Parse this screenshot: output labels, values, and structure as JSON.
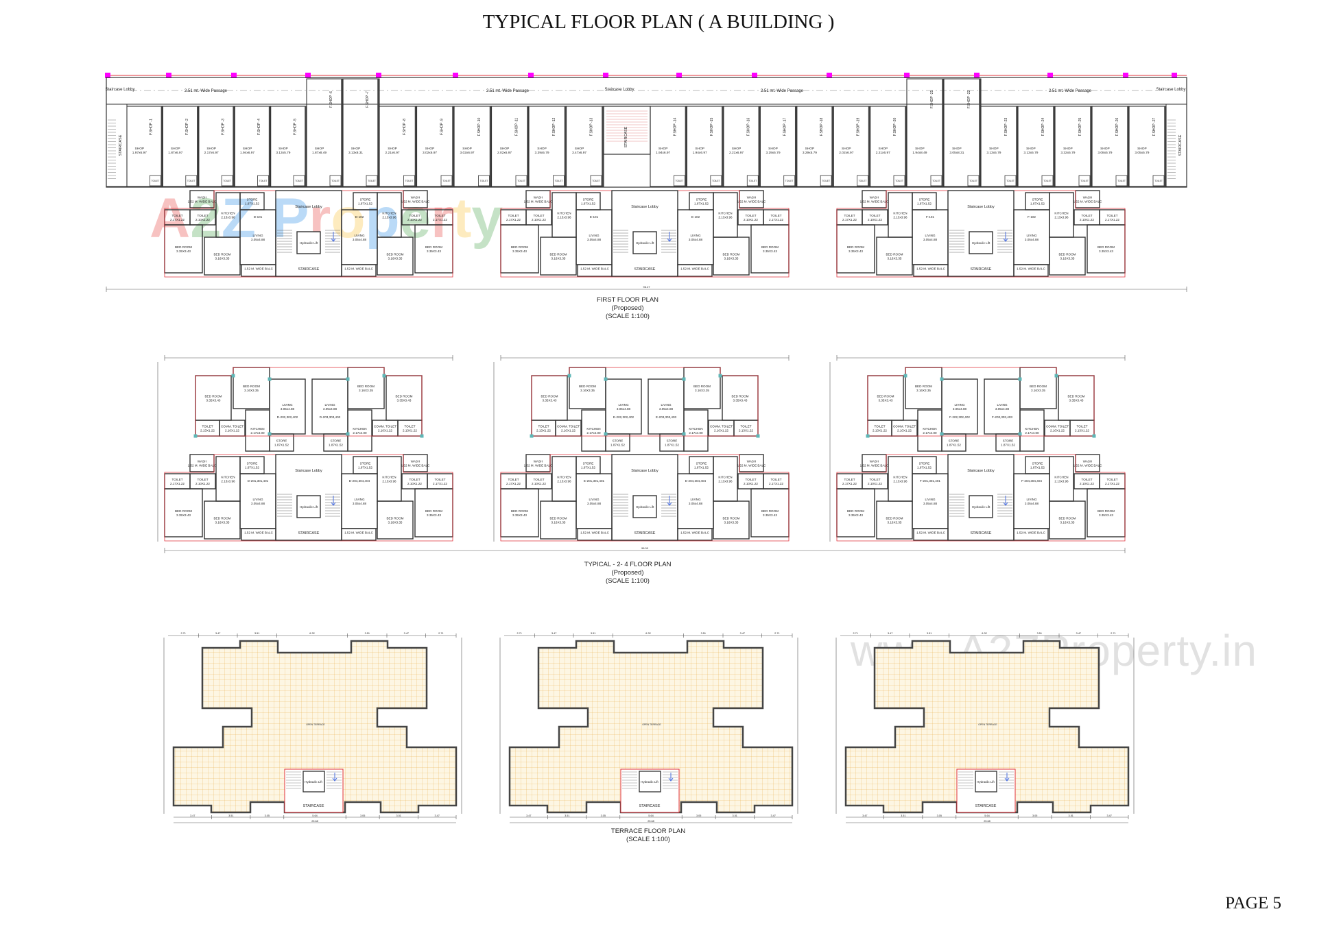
{
  "title": "TYPICAL FLOOR PLAN ( A BUILDING )",
  "page_label": "PAGE 5",
  "watermark": {
    "url": "www.A2ZProperty.in",
    "logo_letters": [
      "A",
      "2",
      "Z",
      " ",
      "P",
      "r",
      "o",
      "p",
      "e",
      "r",
      "t",
      "y"
    ],
    "logo_colors": [
      "#e53935",
      "#43a047",
      "#1e88e5",
      "#ffffff",
      "#1e88e5",
      "#e53935",
      "#fbc02d",
      "#1e88e5",
      "#43a047",
      "#e53935",
      "#fbc02d",
      "#43a047"
    ]
  },
  "colors": {
    "wall": "#333333",
    "red_outline": "#e0303a",
    "column_marker": "#ff00ff",
    "terrace_grid": "#e9b04a",
    "terrace_fill": "#fdf6e3",
    "cyan_column": "#5fb7b7",
    "arrow_blue": "#4a6fe0"
  },
  "first_floor": {
    "caption": [
      "FIRST FLOOR PLAN",
      "(Proposed)",
      "(SCALE 1:100)"
    ],
    "passage_label": "2.51 mt. Wide Passage",
    "staircase_lobby": "Staircase Lobby",
    "staircase": "STAIRCASE",
    "overall_dim": "96.47",
    "shop_word": "SHOP",
    "toilet_word": "TOILET",
    "shops": [
      {
        "name": "F.SHOP -1",
        "size": "1.97x6.97"
      },
      {
        "name": "F.SHOP -2",
        "size": "1.87x6.97"
      },
      {
        "name": "F.SHOP -3",
        "size": "2.17x6.97"
      },
      {
        "name": "F.SHOP -4",
        "size": "1.94x6.97"
      },
      {
        "name": "F.SHOP -5",
        "size": "3.13x5.79"
      },
      {
        "name": "F.SHOP -6",
        "size": "1.87x8.49"
      },
      {
        "name": "F.SHOP -7",
        "size": "3.13x8.31"
      },
      {
        "name": "F.SHOP -8",
        "size": "2.21x6.97"
      },
      {
        "name": "F.SHOP -9",
        "size": "3.02x6.97"
      },
      {
        "name": "F.SHOP -10",
        "size": "3.02x6.97"
      },
      {
        "name": "F.SHOP -11",
        "size": "2.02x6.97"
      },
      {
        "name": "F.SHOP -12",
        "size": "3.39x5.79"
      },
      {
        "name": "F.SHOP -13",
        "size": "3.47x6.97"
      },
      {
        "name": "F.SHOP -14",
        "size": "1.94x6.97"
      },
      {
        "name": "F.SHOP -15",
        "size": "1.94x6.97"
      },
      {
        "name": "F.SHOP -16",
        "size": "2.21x6.97"
      },
      {
        "name": "F.SHOP -17",
        "size": "3.29x5.79"
      },
      {
        "name": "F.SHOP -18",
        "size": "3.29x5.79"
      },
      {
        "name": "F.SHOP -19",
        "size": "2.02x6.97"
      },
      {
        "name": "F.SHOP -20",
        "size": "2.21x6.97"
      },
      {
        "name": "F.SHOP -21",
        "size": "1.94x8.49"
      },
      {
        "name": "F.SHOP -22",
        "size": "3.05x8.31"
      },
      {
        "name": "F.SHOP -23",
        "size": "3.13x5.79"
      },
      {
        "name": "F.SHOP -24",
        "size": "3.13x5.79"
      },
      {
        "name": "F.SHOP -25",
        "size": "3.32x5.79"
      },
      {
        "name": "F.SHOP -26",
        "size": "3.08x5.79"
      },
      {
        "name": "F.SHOP -27",
        "size": "3.05x5.79"
      }
    ],
    "wings": [
      {
        "left_unit": "D-101",
        "right_unit": "D-102"
      },
      {
        "left_unit": "E-101",
        "right_unit": "E-102"
      },
      {
        "left_unit": "F-101",
        "right_unit": "F-102"
      }
    ]
  },
  "rooms_lower": [
    [
      "WASH",
      "1.52 M. WIDE BALC"
    ],
    [
      "TOILET",
      "2.17X1.22"
    ],
    [
      "TOILET",
      "2.10X1.22"
    ],
    [
      "KITCHEN",
      "2.13x3.96"
    ],
    [
      "BED ROOM",
      "3.35X3.43"
    ],
    [
      "BED ROOM",
      "3.16X3.35"
    ],
    [
      "STORE",
      "1.87X1.52"
    ],
    [
      "LIVING",
      "3.05x4.88"
    ],
    [
      "1.52 M. WIDE BALC",
      ""
    ]
  ],
  "rooms_upper": [
    [
      "BED ROOM",
      "3.35X3.43"
    ],
    [
      "TOILET",
      "2.13X1.22"
    ],
    [
      "COMM. TOILET",
      "2.10X1.22"
    ],
    [
      "BED ROOM",
      "3.16X3.35"
    ],
    [
      "KITCHEN",
      "2.17x4.00"
    ],
    [
      "LIVING",
      "3.05x4.88"
    ],
    [
      "STORE",
      "1.87X1.52"
    ]
  ],
  "core": {
    "lobby": "Staircase Lobby",
    "lift": "Hydraulic Lift",
    "staircase": "STAIRCASE"
  },
  "typical": {
    "caption": [
      "TYPICAL - 2- 4 FLOOR PLAN",
      "(Proposed)",
      "(SCALE 1:100)"
    ],
    "overall_dim": "96.00",
    "blocks": [
      {
        "upper_left": "D-202,302,402",
        "upper_right": "D-203,303,403",
        "lower_left": "D-201,301,401",
        "lower_right": "D-204,304,404"
      },
      {
        "upper_left": "E-202,302,402",
        "upper_right": "E-203,303,403",
        "lower_left": "E-201,301,401",
        "lower_right": "E-204,304,404"
      },
      {
        "upper_left": "F-202,302,402",
        "upper_right": "F-203,303,403",
        "lower_left": "F-201,301,401",
        "lower_right": "F-204,304,404"
      }
    ]
  },
  "terrace": {
    "caption": [
      "TERRACE FLOOR PLAN",
      "(SCALE 1:100)"
    ],
    "open_terrace": "OPEN TERRACE",
    "lift": "Hydraulic Lift",
    "staircase": "STAIRCASE",
    "top_dims": [
      "2.71",
      "3.47",
      "3.51",
      "6.32",
      "3.51",
      "3.47",
      "2.71"
    ],
    "bottom_dims": [
      "3.47",
      "3.51",
      "3.05",
      "5.64",
      "3.05",
      "3.51",
      "3.47"
    ],
    "overall_dim": "25.68"
  }
}
